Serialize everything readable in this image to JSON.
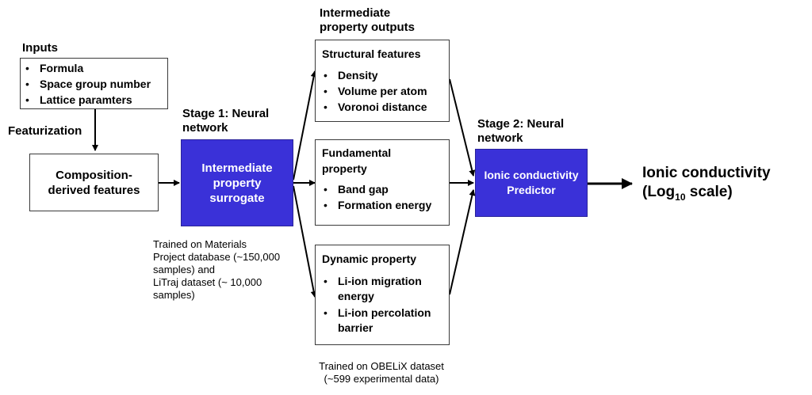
{
  "inputs": {
    "title": "Inputs",
    "items": [
      "Formula",
      "Space group number",
      "Lattice paramters"
    ]
  },
  "featurization_label": "Featurization",
  "composition_box": {
    "line1": "Composition-",
    "line2": "derived features"
  },
  "stage1": {
    "title_line1": "Stage 1: Neural",
    "title_line2": "network",
    "box_line1": "Intermediate",
    "box_line2": "property",
    "box_line3": "surrogate",
    "note": [
      "Trained on Materials",
      "Project database (~150,000",
      "samples) and",
      "LiTraj dataset (~ 10,000",
      "samples)"
    ]
  },
  "intermediate": {
    "title_line1": "Intermediate",
    "title_line2": "property outputs"
  },
  "structural": {
    "title": "Structural features",
    "items": [
      "Density",
      "Volume per atom",
      "Voronoi distance"
    ]
  },
  "fundamental": {
    "title_line1": "Fundamental",
    "title_line2": "property",
    "items": [
      "Band gap",
      "Formation energy"
    ]
  },
  "dynamic": {
    "title": "Dynamic property",
    "items": [
      {
        "line1": "Li-ion migration",
        "line2": "energy"
      },
      {
        "line1": "Li-ion percolation",
        "line2": "barrier"
      }
    ]
  },
  "obelix_note": [
    "Trained on OBELiX dataset",
    "(~599 experimental data)"
  ],
  "stage2": {
    "title_line1": "Stage 2: Neural",
    "title_line2": "network",
    "box_line1": "Ionic conductivity",
    "box_line2": "Predictor"
  },
  "output": {
    "line1": "Ionic conductivity",
    "paren_open": "(",
    "log": "Log",
    "sub": "10",
    "scale": " scale)"
  },
  "colors": {
    "accent_blue": "#3a31d8"
  }
}
